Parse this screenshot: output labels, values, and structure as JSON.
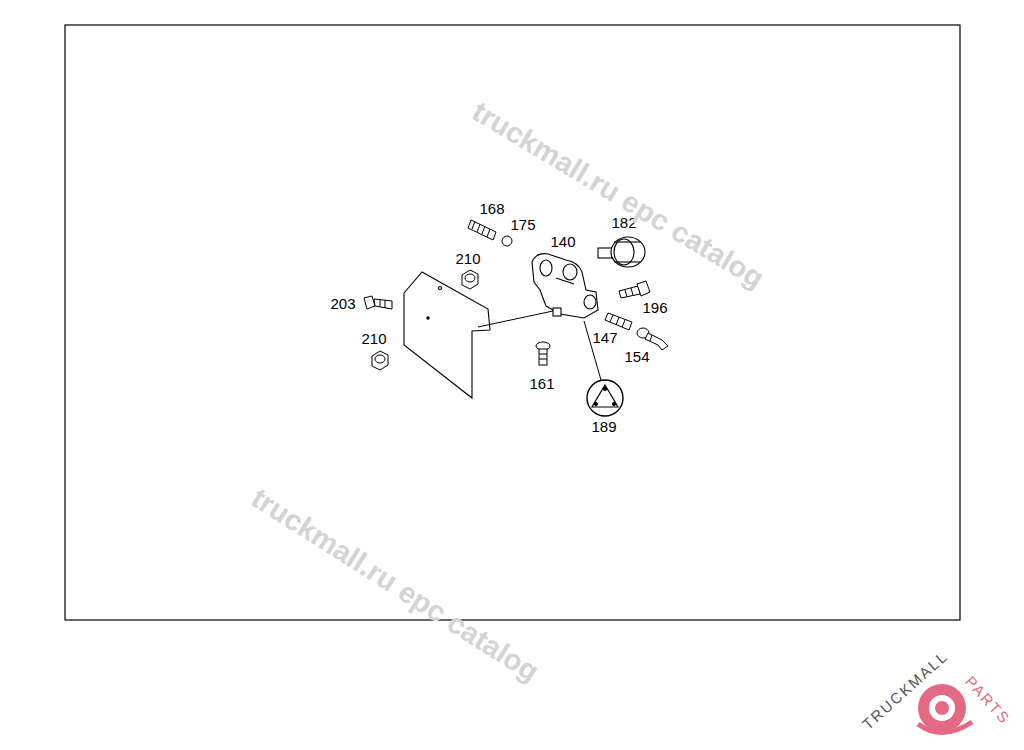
{
  "diagram": {
    "labels": [
      "168",
      "175",
      "140",
      "182",
      "210",
      "203",
      "196",
      "147",
      "154",
      "210",
      "161",
      "189",
      "truckmall.ru epc catalog",
      "truckmall.ru epc catalog",
      "TRUCKMALL",
      "PARTS"
    ]
  }
}
